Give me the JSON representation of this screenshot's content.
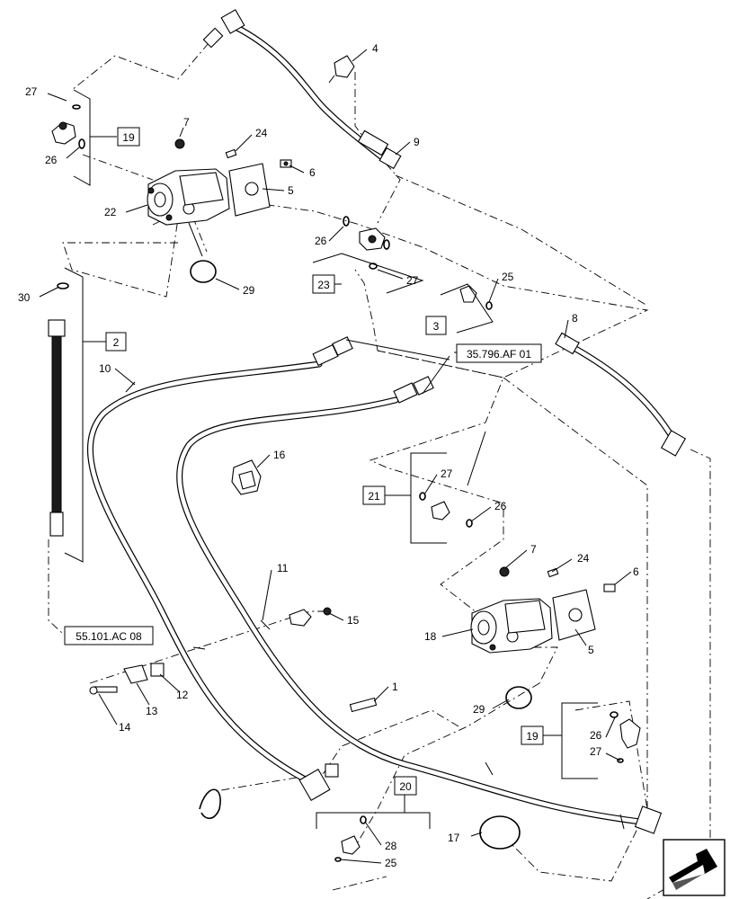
{
  "callouts": {
    "c1": "1",
    "c2": "2",
    "c3": "3",
    "c4": "4",
    "c5a": "5",
    "c5b": "5",
    "c6a": "6",
    "c6b": "6",
    "c7a": "7",
    "c7b": "7",
    "c8": "8",
    "c9": "9",
    "c10": "10",
    "c11": "11",
    "c12": "12",
    "c13": "13",
    "c14": "14",
    "c15": "15",
    "c16": "16",
    "c17": "17",
    "c18": "18",
    "c19a": "19",
    "c19b": "19",
    "c20": "20",
    "c21": "21",
    "c22": "22",
    "c23": "23",
    "c24a": "24",
    "c24b": "24",
    "c25a": "25",
    "c25b": "25",
    "c26a": "26",
    "c26b": "26",
    "c26c": "26",
    "c26d": "26",
    "c27a": "27",
    "c27b": "27",
    "c27c": "27",
    "c27d": "27",
    "c28": "28",
    "c29a": "29",
    "c29b": "29",
    "c30": "30"
  },
  "references": {
    "ref_top": "35.796.AF 01",
    "ref_left": "55.101.AC 08"
  },
  "icons": {
    "nav": "next-page-arrow-icon"
  },
  "colors": {
    "line": "#000000",
    "background": "#ffffff"
  }
}
